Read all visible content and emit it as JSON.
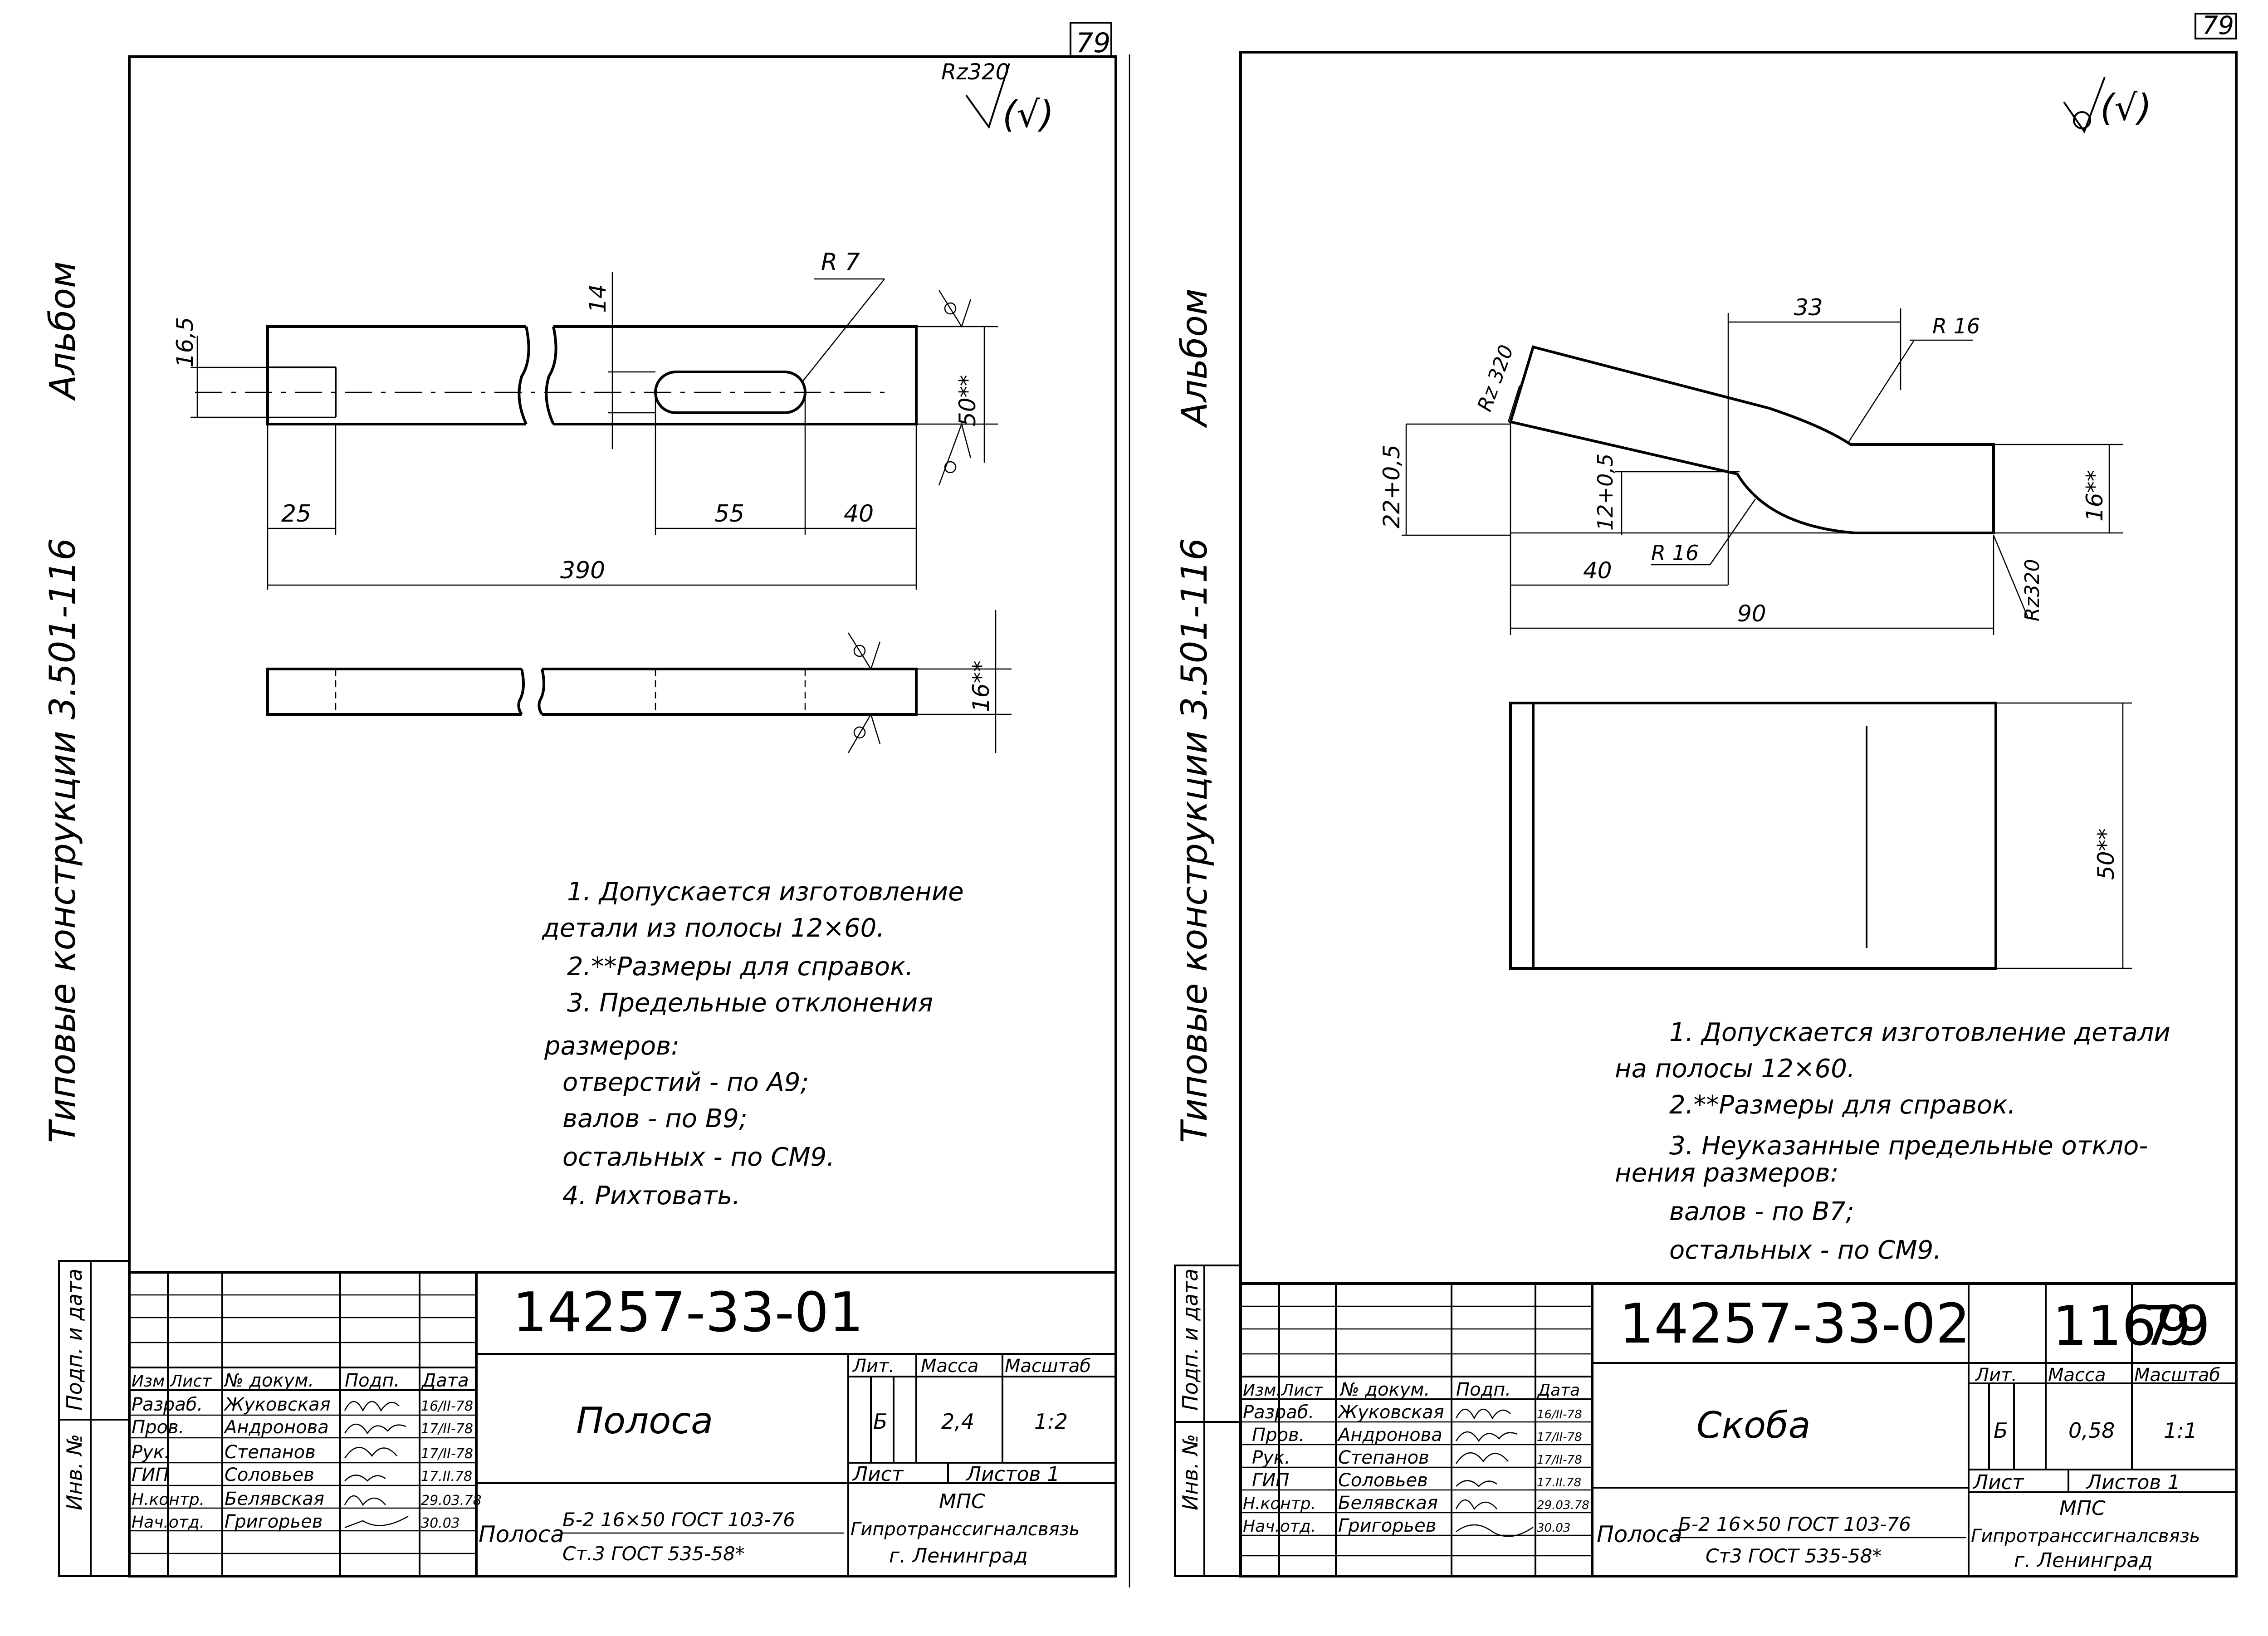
{
  "corner_numbers": {
    "left": "79",
    "right": "79"
  },
  "spine": {
    "left_text": "Типовые   конструкции 3.501-116",
    "left_album": "Альбом",
    "right_text": "Типовые   конструкции 3.501-116",
    "right_album": "Альбом",
    "podp_data": "Подп. и дата",
    "inv_no": "Инв. №"
  },
  "sheet_left": {
    "roughness": "Rz320",
    "roughness_small": "(√)",
    "dims": {
      "d16_5": "16,5",
      "d14": "14",
      "r7": "R 7",
      "d50": "50**",
      "d25": "25",
      "d55": "55",
      "d40": "40",
      "d390": "390",
      "d16": "16**"
    },
    "notes": [
      "1. Допускается  изготовление",
      "детали  из  полосы  12×60.",
      "2.**Размеры  для  справок.",
      "3.  Предельные  отклонения",
      "размеров:",
      "отверстий  - по А9;",
      "валов         - по В9;",
      "остальных   - по СМ9.",
      "4.  Рихтовать."
    ],
    "title_block": {
      "doc_number": "14257-33-01",
      "name": "Полоса",
      "headers": [
        "Изм",
        "Лист",
        "№ докум.",
        "Подп.",
        "Дата"
      ],
      "roles": [
        {
          "role": "Разраб.",
          "name": "Жуковская",
          "date": "16/II-78"
        },
        {
          "role": "Пров.",
          "name": "Андронова",
          "date": "17/II-78"
        },
        {
          "role": "Рук.",
          "name": "Степанов",
          "date": "17/II-78"
        },
        {
          "role": "ГИП",
          "name": "Соловьев",
          "date": "17.II.78"
        },
        {
          "role": "Н.контр.",
          "name": "Белявская",
          "date": "29.03.78"
        },
        {
          "role": "Нач.отд.",
          "name": "Григорьев",
          "date": "30.03"
        }
      ],
      "lit_label": "Лит.",
      "mass_label": "Масса",
      "scale_label": "Масштаб",
      "lit": "Б",
      "mass": "2,4",
      "scale": "1:2",
      "sheet_label": "Лист",
      "sheets_label": "Листов 1",
      "material_word": "Полоса",
      "material_top": "Б-2  16×50 ГОСТ 103-76",
      "material_bottom": "Ст.3  ГОСТ 535-58*",
      "org1": "МПС",
      "org2": "Гипротранссигналсвязь",
      "org3": "г.  Ленинград"
    }
  },
  "sheet_right": {
    "roughness_small": "(√)",
    "dims": {
      "d33": "33",
      "r16_top": "R 16",
      "rz320_a": "Rz 320",
      "d22": "22+0,5",
      "d12": "12+0,5",
      "d40": "40",
      "r16_bot": "R 16",
      "d90": "90",
      "d16": "16**",
      "rz320_b": "Rz320",
      "d50": "50**"
    },
    "notes": [
      "1. Допускается изготовление детали",
      "на полосы  12×60.",
      "2.**Размеры для справок.",
      "3.  Неуказанные  предельные  откло-",
      "нения  размеров:",
      "валов   - по В7;",
      "остальных  - по СМ9."
    ],
    "title_block": {
      "doc_number": "14257-33-02",
      "stamp_a": "1169",
      "stamp_b": "79",
      "name": "Скоба",
      "headers": [
        "Изм.",
        "Лист",
        "№ докум.",
        "Подп.",
        "Дата"
      ],
      "roles": [
        {
          "role": "Разраб.",
          "name": "Жуковская",
          "date": "16/II-78"
        },
        {
          "role": "Пров.",
          "name": "Андронова",
          "date": "17/II-78"
        },
        {
          "role": "Рук.",
          "name": "Степанов",
          "date": "17/II-78"
        },
        {
          "role": "ГИП",
          "name": "Соловьев",
          "date": "17.II.78"
        },
        {
          "role": "Н.контр.",
          "name": "Белявская",
          "date": "29.03.78"
        },
        {
          "role": "Нач.отд.",
          "name": "Григорьев",
          "date": "30.03"
        }
      ],
      "lit_label": "Лит.",
      "mass_label": "Масса",
      "scale_label": "Масштаб",
      "lit": "Б",
      "mass": "0,58",
      "scale": "1:1",
      "sheet_label": "Лист",
      "sheets_label": "Листов 1",
      "material_word": "Полоса",
      "material_top": "Б-2  16×50 ГОСТ 103-76",
      "material_bottom": "Ст3  ГОСТ 535-58*",
      "org1": "МПС",
      "org2": "Гипротранссигналсвязь",
      "org3": "г.  Ленинград"
    }
  }
}
